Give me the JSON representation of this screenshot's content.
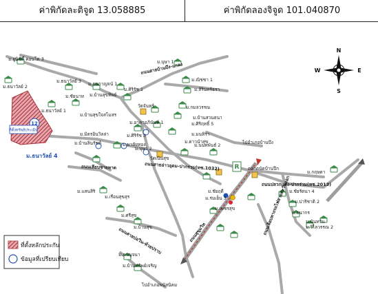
{
  "header": {
    "latitude_label": "ค่าพิกัดละติจูด 13.058885",
    "longitude_label": "ค่าพิกัดลองจิจูด 101.040870"
  },
  "compass": {
    "n": "N",
    "s": "S",
    "e": "E",
    "w": "W"
  },
  "subject": {
    "name": "ม.ธนาวัลย์ 4",
    "marker_number": "12",
    "box_label": "ที่ตั้งทรัพย์ประเมิน"
  },
  "roads": {
    "road_a": "ถนนเลียบชายหาด",
    "road_b": "ถนนสายบ้านบึง-แกลง",
    "road_c": "ถนนสายอ่าวอุดม-ปากร่วม(ทช.1032)",
    "road_d": "ถนนปลวกแดง-ปากร่วม(ทช.2013)",
    "road_e": "ถนนเลียบทางรถไฟสายตะวันออก",
    "road_f": "ถนนสุขุมวิท",
    "road_g": "ถนนสายบ่อวิน-ห้วยปราบ",
    "to_ban_bueng": "ไปอำเภอบ้านบึง",
    "to_phana": "ไปอำเภอพนัสนิคม"
  },
  "places": [
    "ม.ยูนิซิตี้ คอนโด 3",
    "ม.ธนาวัลย์ 2",
    "ม.ธนาวัลย์ 3",
    "ม.ธนาวัลย์ 1",
    "ม.ชัยนาท",
    "ม.บ้านสุขใจสโมสร",
    "ม.ธนกาญจน์ 1",
    "ม.บุษา 1",
    "ม.บ้านสุขทิพย์",
    "ม.ศิริรัช 1",
    "ม.สิรินทร์ธรา",
    "ม.ณิชชา 1",
    "ม.อาคาอภินันท์ 1",
    "ม.กมลวรรณ",
    "ม.บ้านสวนธนา",
    "ม.ศิริฤทธิ์ 5",
    "ม.มนทิรา",
    "ม.ดาวนำสุข",
    "ม.นนทพันธ์ 2",
    "ม.ศิริรัช 3",
    "ม.บ้านลินรัชต์",
    "ม.มาลัยทอง",
    "ม.บุษา 2",
    "ม.มิตรอินวิลล่า",
    "ม.เรือนสุขสุร",
    "ม.แสนสิริ",
    "ม.บ้านสุข",
    "ม.ศรีสุข",
    "ม.ร่มเย็น 3",
    "ม.ชัยฤดี",
    "ม.กาญจนา",
    "ม.บ้านทรัพย์เจริญ",
    "ม.เพชรสุข",
    "ม.วิไลวรรณ 2",
    "ม.ชัยรัตนา 4",
    "ม.ปาริชาติ 2",
    "ม.ธนากร",
    "ม.นันทวัน",
    "ม.กฤษดา"
  ],
  "temples": [
    "วัดจันทร์",
    "วัดเนินสุข"
  ],
  "market": "ตลาดนัดบ้านปึก",
  "legend": {
    "hatch_label": "ที่ตั้งหลักประกัน",
    "circle_label": "ข้อมูลที่เปรียบเทียบ"
  },
  "colors": {
    "road": "#a9a9a9",
    "highlight": "#a8333a",
    "accent": "#1f4fb4",
    "house_icon": "#3a8a4a"
  }
}
